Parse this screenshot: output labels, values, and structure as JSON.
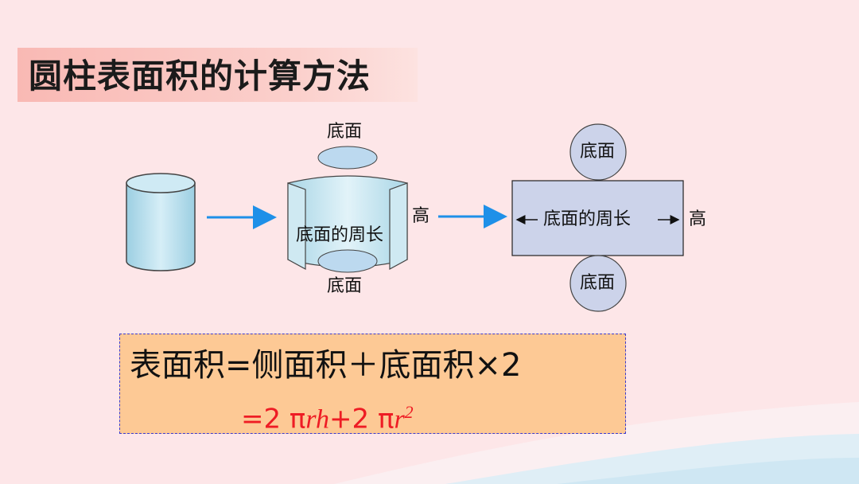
{
  "title": "圆柱表面积的计算方法",
  "diagram": {
    "top_base_label": "底面",
    "bottom_base_label": "底面",
    "lateral_label": "底面的周长",
    "height_label": "高",
    "net_top_circle_label": "底面",
    "net_bottom_circle_label": "底面",
    "net_rect_label": "底面的周长",
    "net_height_label": "高"
  },
  "formula": {
    "line1": "表面积=侧面积＋底面积×2",
    "line2_prefix": "=2 π",
    "line2_r": "r",
    "line2_h": "h",
    "line2_middle": "+2 π",
    "line2_r2": "r",
    "line2_exp": "2"
  },
  "colors": {
    "cylinder_fill": "#bfe3f0",
    "arrow": "#1e90e8",
    "formula_bg": "#fdc995",
    "formula_red": "#ee1c24",
    "net_fill": "#ccd3ea"
  }
}
